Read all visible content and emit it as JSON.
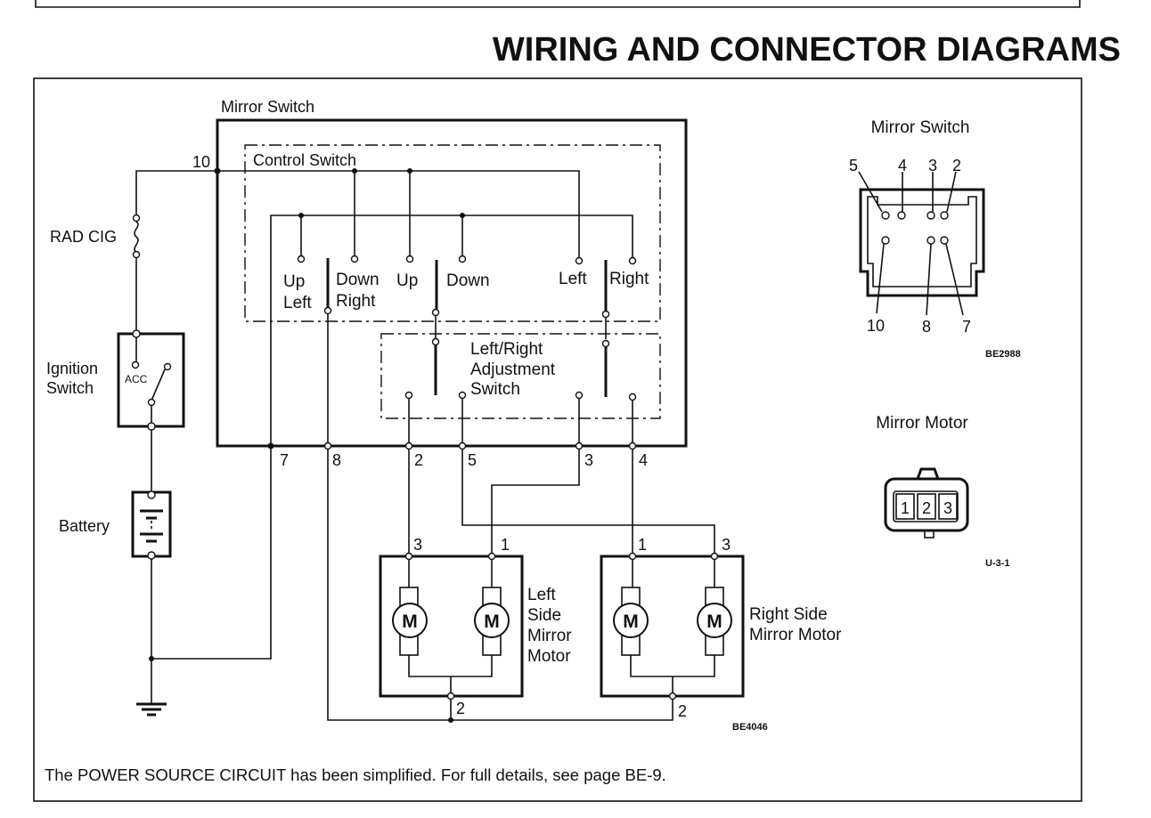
{
  "header": {
    "title": "WIRING AND CONNECTOR DIAGRAMS"
  },
  "schematic": {
    "mirror_switch_label": "Mirror Switch",
    "control_switch_label": "Control Switch",
    "rad_cig_label": "RAD CIG",
    "ignition_label_1": "Ignition",
    "ignition_label_2": "Switch",
    "acc_label": "ACC",
    "battery_label": "Battery",
    "up_left_1": "Up",
    "up_left_2": "Left",
    "down_right_1": "Down",
    "down_right_2": "Right",
    "up_label": "Up",
    "down_label": "Down",
    "left_label": "Left",
    "right_label": "Right",
    "adjustment_1": "Left/Right",
    "adjustment_2": "Adjustment",
    "adjustment_3": "Switch",
    "pins": {
      "p10": "10",
      "p7": "7",
      "p8": "8",
      "p2": "2",
      "p5": "5",
      "p3": "3",
      "p4": "4"
    },
    "left_motor": {
      "label_1": "Left",
      "label_2": "Side",
      "label_3": "Mirror",
      "label_4": "Motor",
      "pin_a": "3",
      "pin_b": "1",
      "pin_c": "2",
      "motor_symbol": "M"
    },
    "right_motor": {
      "label_1": "Right Side",
      "label_2": "Mirror Motor",
      "pin_a": "1",
      "pin_b": "3",
      "pin_c": "2",
      "motor_symbol": "M"
    },
    "ref_code": "BE4046"
  },
  "connectors": {
    "mirror_switch": {
      "title": "Mirror Switch",
      "top_pins": [
        "5",
        "4",
        "3",
        "2"
      ],
      "bottom_pins": [
        "10",
        "8",
        "7"
      ],
      "ref_code": "BE2988"
    },
    "mirror_motor": {
      "title": "Mirror Motor",
      "pins": [
        "1",
        "2",
        "3"
      ],
      "ref_code": "U-3-1"
    }
  },
  "footer": {
    "note": "The POWER SOURCE CIRCUIT has been simplified. For full details, see page BE-9."
  }
}
